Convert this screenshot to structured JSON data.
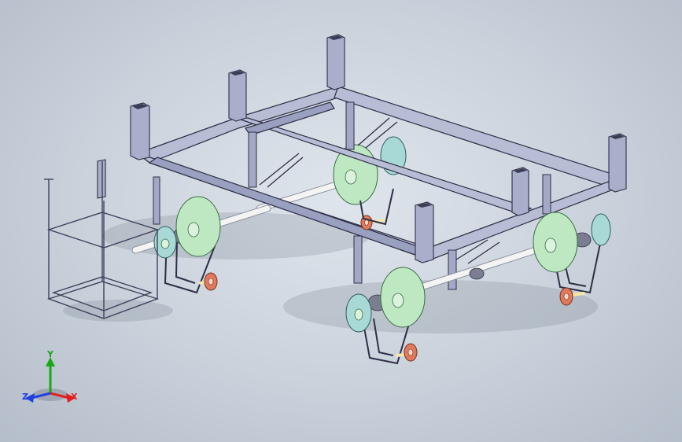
{
  "viewport": {
    "background": "#c9d1db"
  },
  "model": {
    "frame_color": "#b8bdd6",
    "pulley_color": "#bde8c1",
    "sprocket_color": "#a9d9d7",
    "wheel_color": "#e07a5a",
    "shaft_color": "#f4f4f4"
  },
  "triad": {
    "x_label": "X",
    "y_label": "Y",
    "z_label": "Z",
    "x_color": "#e02020",
    "y_color": "#18a818",
    "z_color": "#2040e0"
  }
}
